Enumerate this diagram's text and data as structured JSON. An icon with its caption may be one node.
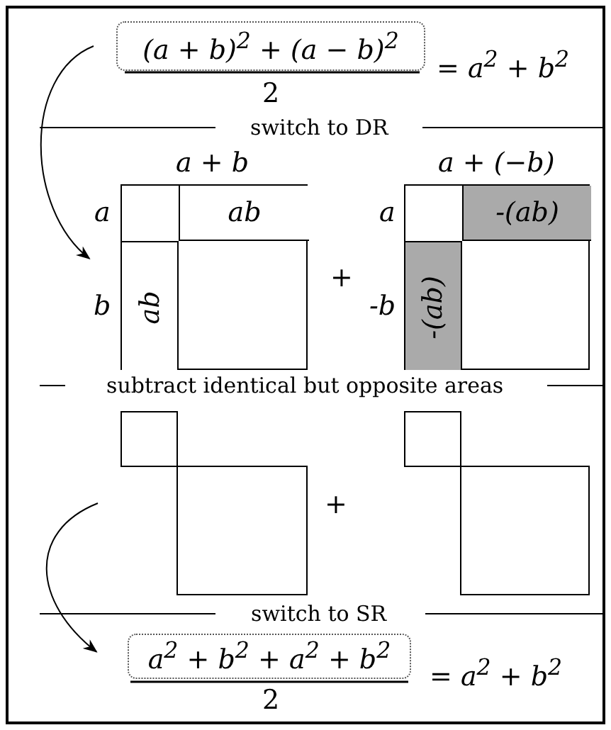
{
  "diagram": {
    "nodes": [
      {
        "text": [
          "(a + b)$^{2}$ + (a − b)$^{2}$"
        ]
      },
      {
        "text": [],
        "shape": "box"
      },
      {
        "text": [
          "ab"
        ],
        "in": 1
      },
      {
        "text": [
          "ab"
        ],
        "in": 1
      },
      {
        "text": [],
        "shape": "box"
      },
      {
        "text": [
          "-(ab)"
        ],
        "in": 4
      },
      {
        "text": [
          "-(ab)"
        ],
        "in": 4
      },
      {
        "text": [],
        "shape": "box"
      },
      {
        "text": [],
        "shape": "box"
      },
      {
        "text": [
          "a$^{2}$ + b$^{2}$ + a$^{2}$ + b$^{2}$"
        ]
      }
    ],
    "edges": [
      {
        "from": 0,
        "to": 1,
        "arrow": "to"
      },
      {
        "from": 7,
        "to": 9,
        "arrow": "to"
      }
    ],
    "labels": [
      "2",
      "= a$^{2}$ + b$^{2}$",
      "switch to DR",
      "a + b",
      "a + (−b)",
      "a",
      "b",
      "+",
      "a",
      "-b",
      "subtract identical but opposite areas",
      "+",
      "switch to SR",
      "2",
      "= a$^{2}$ + b$^{2}$"
    ]
  }
}
